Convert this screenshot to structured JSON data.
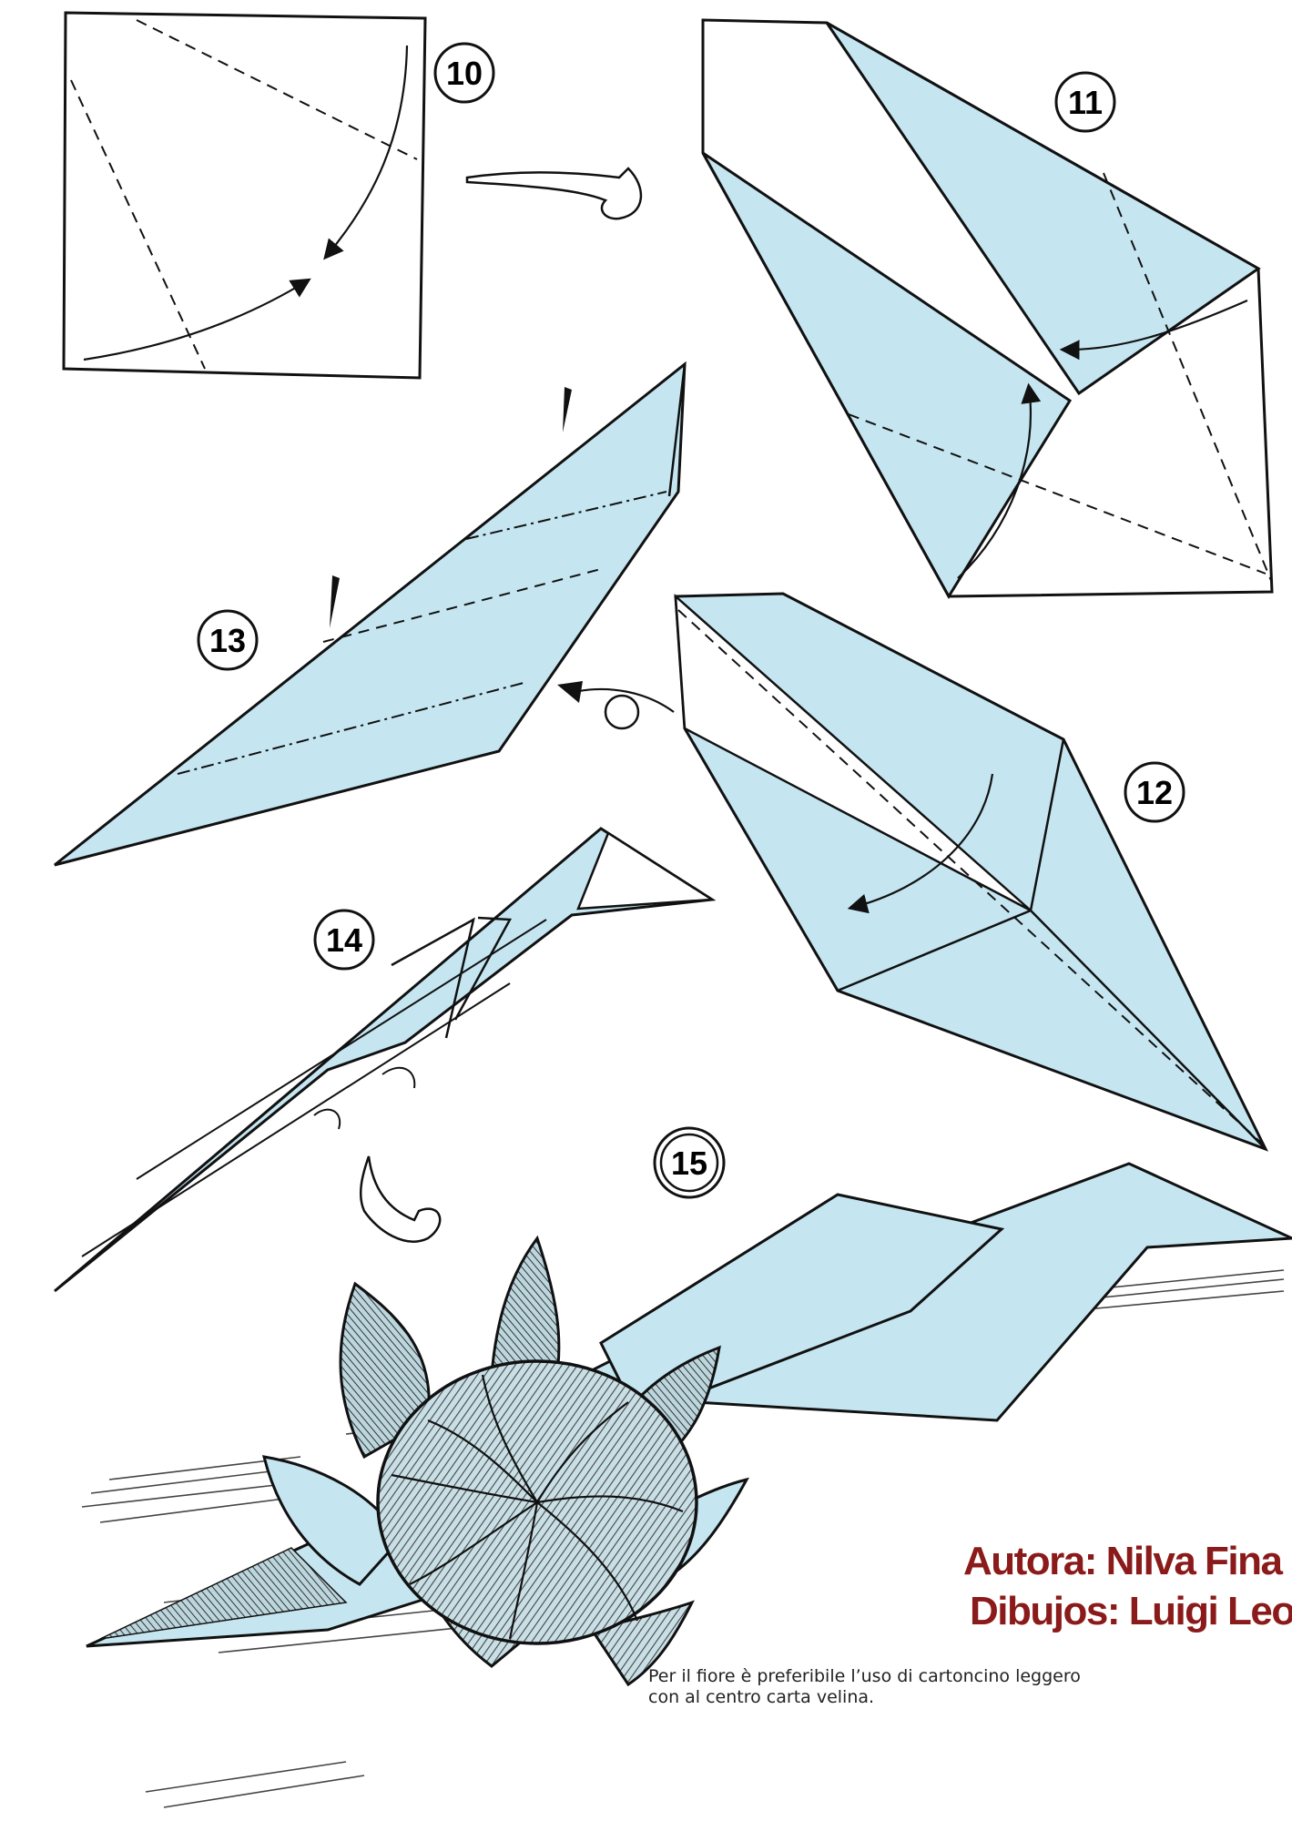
{
  "steps": [
    {
      "number": "10"
    },
    {
      "number": "11"
    },
    {
      "number": "12"
    },
    {
      "number": "13"
    },
    {
      "number": "14"
    },
    {
      "number": "15"
    }
  ],
  "credits": {
    "author": "Autora: Nilva Fina",
    "drawings": "Dibujos: Luigi Leon"
  },
  "note": {
    "line1": "Per il fiore è preferibile l’uso di cartoncino leggero",
    "line2": "con al  centro carta velina."
  },
  "colors": {
    "paper": "#c5e6f1",
    "ink": "#111111",
    "credit_text": "#8b1a1a",
    "hatch": "#555555"
  }
}
